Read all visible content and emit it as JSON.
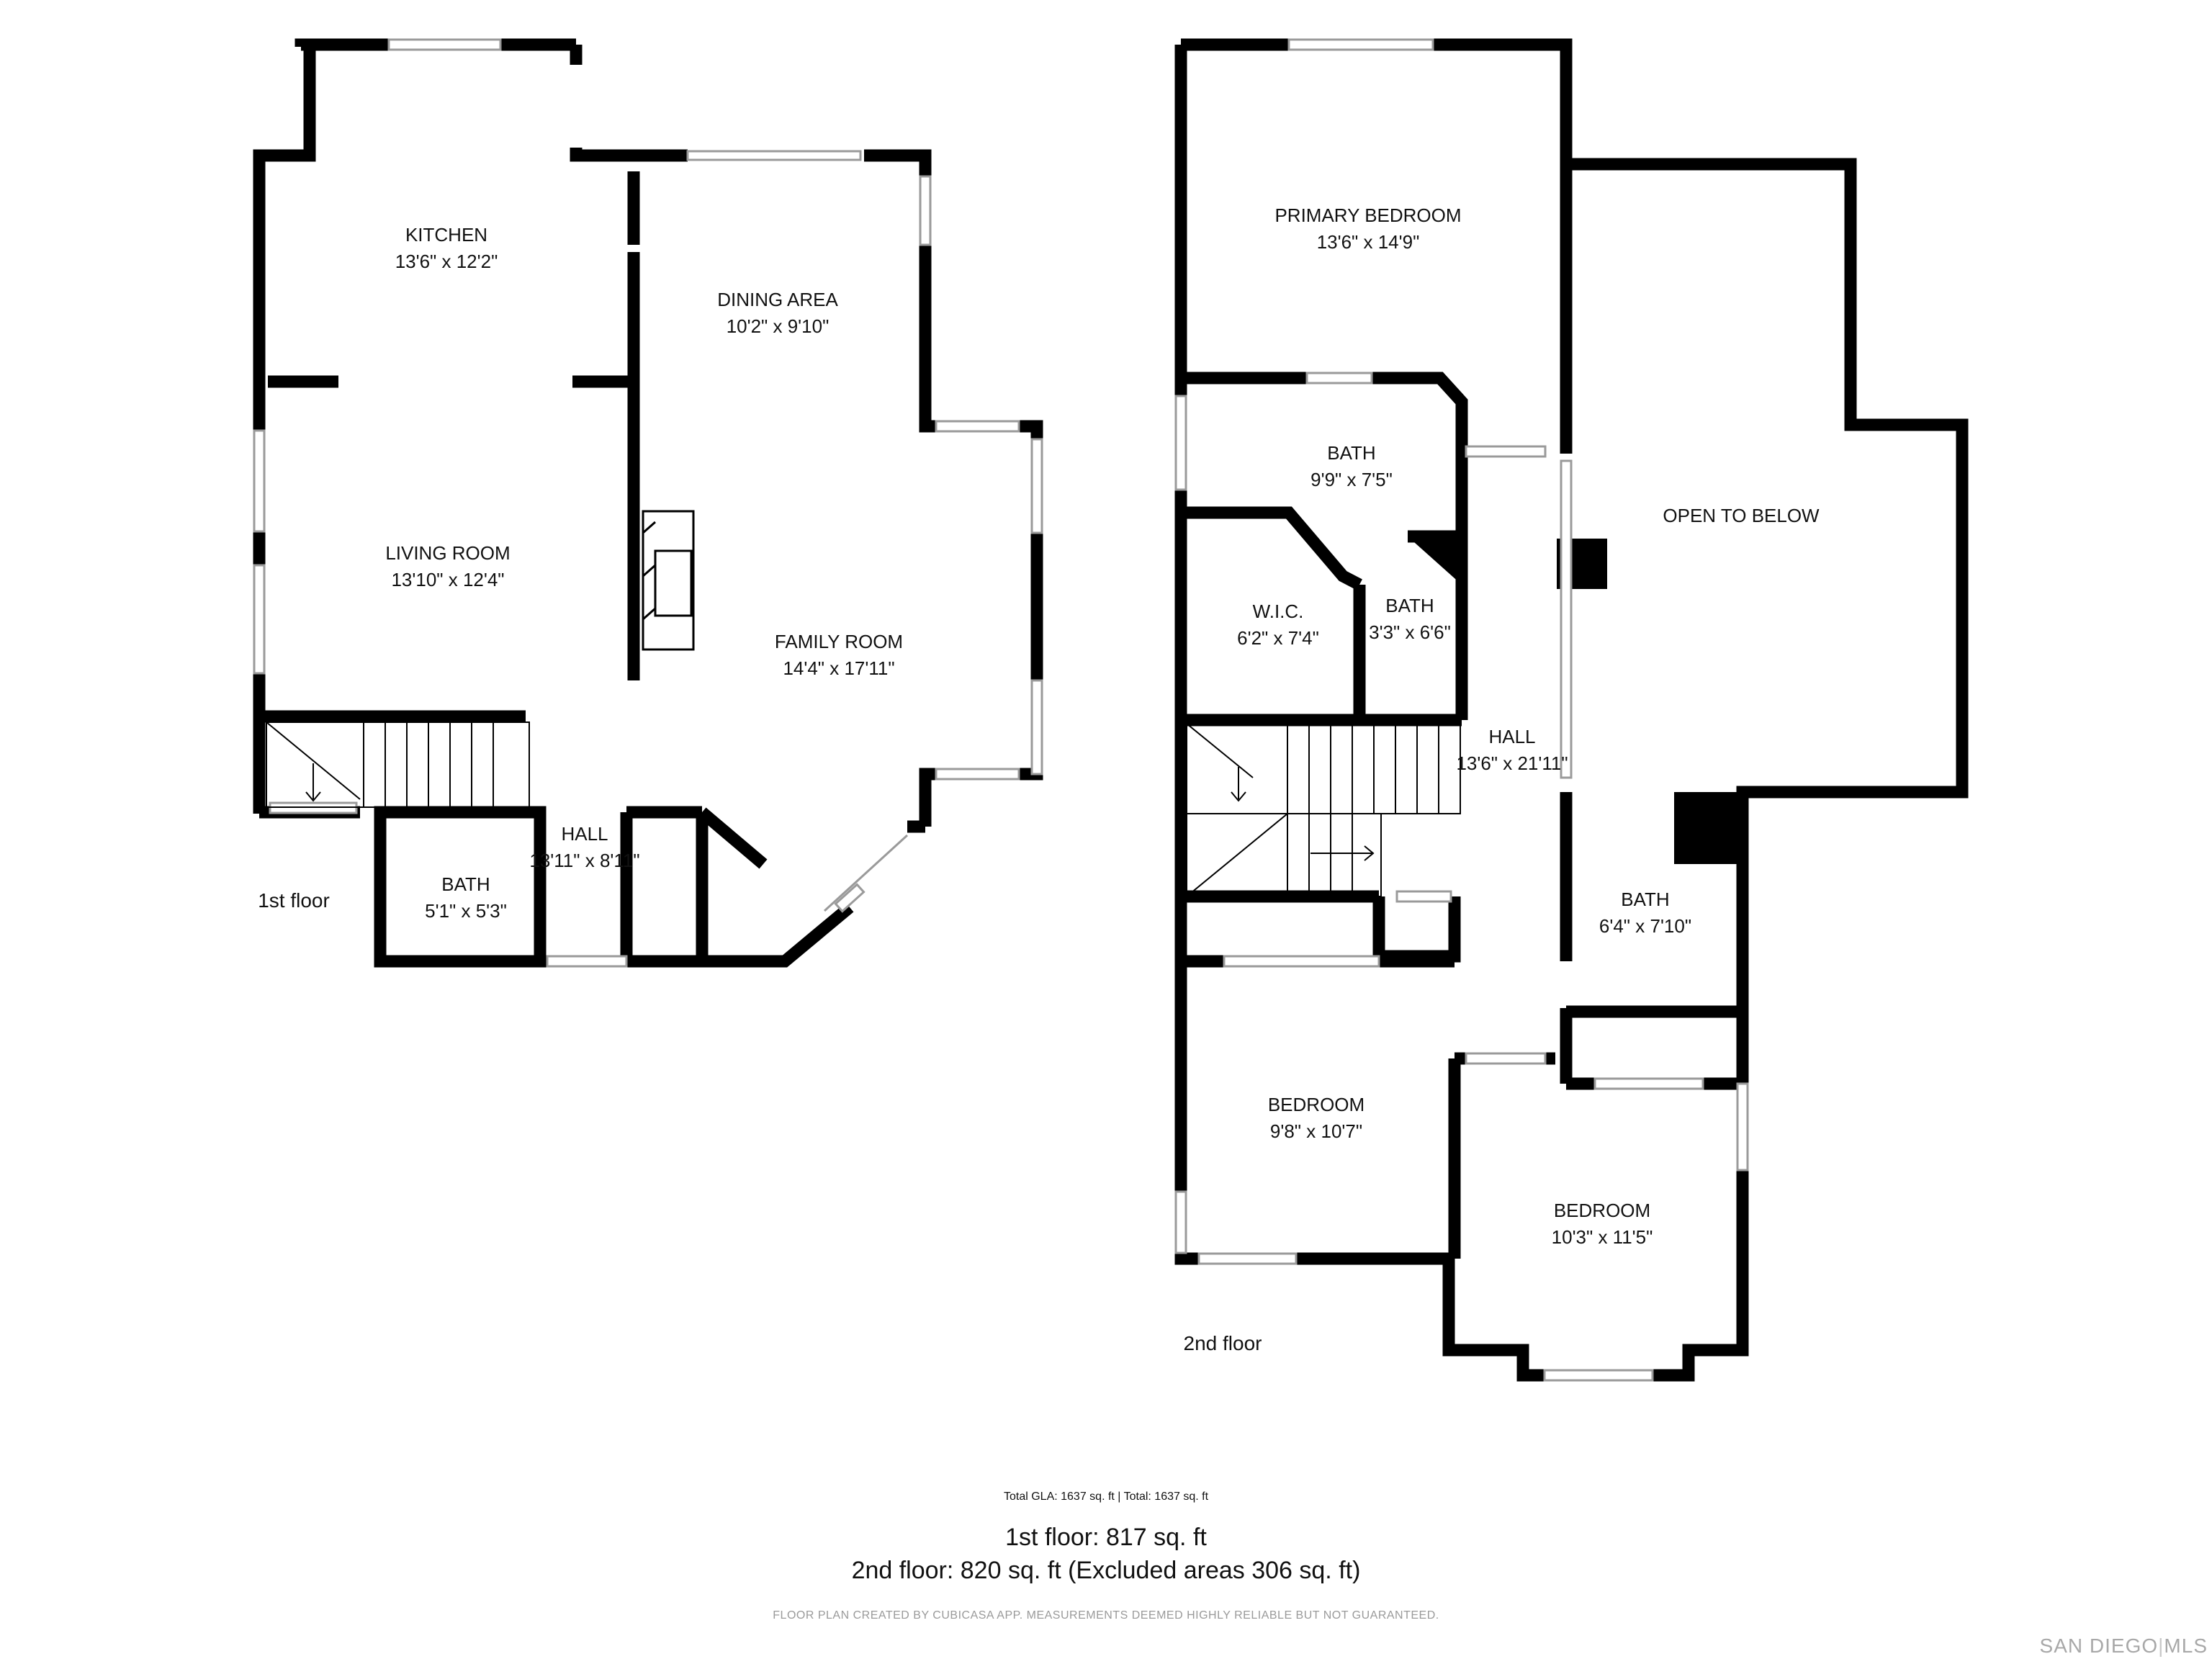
{
  "floors": [
    {
      "label": "1st floor",
      "rooms": [
        {
          "name": "KITCHEN",
          "dim": "13'6\" x 12'2\""
        },
        {
          "name": "DINING AREA",
          "dim": "10'2\" x 9'10\""
        },
        {
          "name": "LIVING ROOM",
          "dim": "13'10\" x 12'4\""
        },
        {
          "name": "FAMILY ROOM",
          "dim": "14'4\" x 17'11\""
        },
        {
          "name": "HALL",
          "dim": "13'11\" x 8'11\""
        },
        {
          "name": "BATH",
          "dim": "5'1\" x 5'3\""
        }
      ]
    },
    {
      "label": "2nd floor",
      "rooms": [
        {
          "name": "PRIMARY BEDROOM",
          "dim": "13'6\" x 14'9\""
        },
        {
          "name": "BATH",
          "dim": "9'9\" x 7'5\""
        },
        {
          "name": "W.I.C.",
          "dim": "6'2\" x 7'4\""
        },
        {
          "name": "BATH",
          "dim": "3'3\" x 6'6\""
        },
        {
          "name": "HALL",
          "dim": "13'6\" x 21'11\""
        },
        {
          "name": "OPEN TO BELOW",
          "dim": ""
        },
        {
          "name": "BATH",
          "dim": "6'4\" x 7'10\""
        },
        {
          "name": "BEDROOM",
          "dim": "9'8\" x 10'7\""
        },
        {
          "name": "BEDROOM",
          "dim": "10'3\" x 11'5\""
        }
      ]
    }
  ],
  "summary": {
    "total": "Total GLA: 1637 sq. ft | Total: 1637 sq. ft",
    "first_floor": "1st floor: 817 sq. ft",
    "second_floor": "2nd floor: 820 sq. ft (Excluded areas 306 sq. ft)"
  },
  "disclaimer": "FLOOR PLAN CREATED BY CUBICASA APP. MEASUREMENTS DEEMED HIGHLY RELIABLE BUT NOT GUARANTEED.",
  "brand": {
    "left": "SAN DIEGO",
    "sep": "|",
    "right": "MLS"
  },
  "colors": {
    "wall": "#000000",
    "window": "#bfbfbf",
    "background": "#ffffff",
    "muted": "#a8a8a8"
  }
}
